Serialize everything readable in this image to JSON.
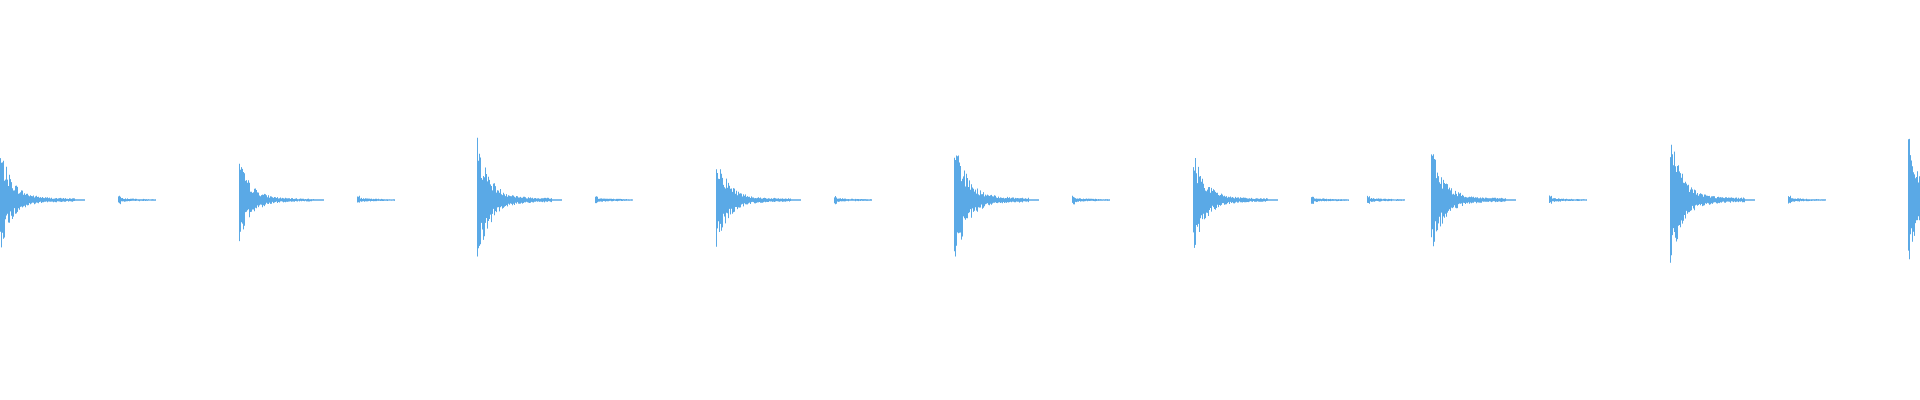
{
  "waveform": {
    "color": "#5aa9e6",
    "background": "#ffffff",
    "pattern": "kick-then-short-tick",
    "hits_visible": 9,
    "last_hit_cut_off_at_right_edge": true,
    "ticks_after_each_hit": [
      1,
      1,
      1,
      1,
      1,
      2,
      1,
      1,
      0
    ]
  }
}
